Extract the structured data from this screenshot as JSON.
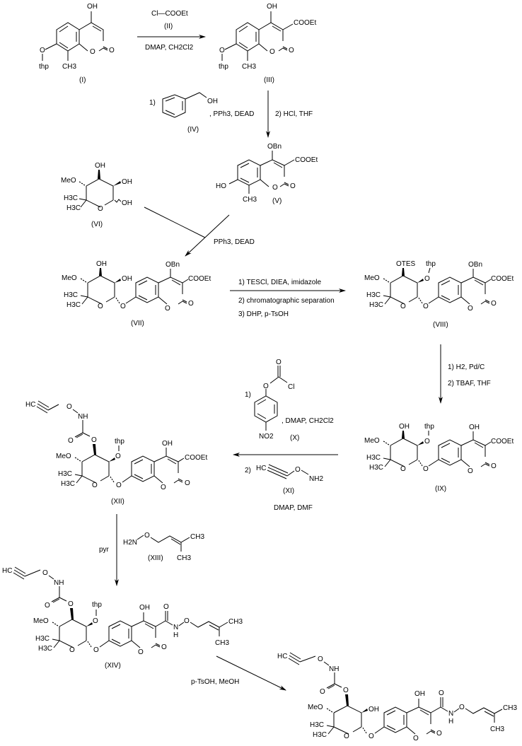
{
  "title": "Synthesis scheme of novobiocin-type coumarin glycoside",
  "compounds": {
    "I": {
      "label": "(I)",
      "substituents": {
        "top": "OH",
        "left_o": "O",
        "thp": "thp",
        "methyl": "CH3",
        "ring_o": "O",
        "carbonyl_o": "O"
      }
    },
    "III": {
      "label": "(III)",
      "substituents": {
        "top": "OH",
        "ester": "COOEt",
        "left_o": "O",
        "thp": "thp",
        "methyl": "CH3",
        "ring_o": "O",
        "carbonyl_o": "O"
      }
    },
    "IV": {
      "label": "(IV)",
      "substituents": {
        "oh": "OH"
      }
    },
    "V": {
      "label": "(V)",
      "substituents": {
        "top": "OBn",
        "ester": "COOEt",
        "ho": "HO",
        "methyl": "CH3",
        "ring_o": "O",
        "carbonyl_o": "O"
      }
    },
    "VI": {
      "label": "(VI)",
      "substituents": {
        "oh1": "OH",
        "oh2": "OH",
        "oh3": "OH",
        "meo": "MeO",
        "me1": "H3C",
        "me2": "H3C",
        "ring_o": "O"
      }
    },
    "VII": {
      "label": "(VII)",
      "substituents": {
        "oh1": "OH",
        "oh2": "OH",
        "meo": "MeO",
        "me1": "H3C",
        "me2": "H3C",
        "ring_o": "O",
        "link_o": "O",
        "top": "OBn",
        "ester": "COOEt",
        "c_ring_o": "O",
        "carbonyl_o": "O"
      }
    },
    "VIII": {
      "label": "(VIII)",
      "substituents": {
        "otes": "OTES",
        "thp": "thp",
        "thp_o": "O",
        "meo": "MeO",
        "me1": "H3C",
        "me2": "H3C",
        "ring_o": "O",
        "link_o": "O",
        "top": "OBn",
        "ester": "COOEt",
        "c_ring_o": "O",
        "carbonyl_o": "O"
      }
    },
    "IX": {
      "label": "(IX)",
      "substituents": {
        "oh": "OH",
        "thp": "thp",
        "thp_o": "O",
        "meo": "MeO",
        "me1": "H3C",
        "me2": "H3C",
        "ring_o": "O",
        "link_o": "O",
        "top": "OH",
        "ester": "COOEt",
        "c_ring_o": "O",
        "carbonyl_o": "O"
      }
    },
    "X": {
      "label": "(X)",
      "substituents": {
        "o_top": "O",
        "o_ester": "O",
        "cl": "Cl",
        "no2": "NO2"
      }
    },
    "XI": {
      "label": "(XI)",
      "substituents": {
        "hc": "HC",
        "o": "O",
        "nh2": "NH2"
      }
    },
    "XII": {
      "label": "(XII)",
      "substituents": {
        "hc": "HC",
        "o1": "O",
        "nh": "NH",
        "co": "O",
        "o2": "O",
        "thp": "thp",
        "thp_o": "O",
        "meo": "MeO",
        "me1": "H3C",
        "me2": "H3C",
        "ring_o": "O",
        "link_o": "O",
        "top": "OH",
        "ester": "COOEt",
        "c_ring_o": "O",
        "carbonyl_o": "O"
      }
    },
    "XIII": {
      "label": "(XIII)",
      "substituents": {
        "h2n": "H2N",
        "o": "O",
        "ch3a": "CH3",
        "ch3b": "CH3"
      }
    },
    "XIV": {
      "label": "(XIV)",
      "substituents": {
        "hc": "HC",
        "o1": "O",
        "nh": "NH",
        "co": "O",
        "o2": "O",
        "thp": "thp",
        "thp_o": "O",
        "meo": "MeO",
        "me1": "H3C",
        "me2": "H3C",
        "ring_o": "O",
        "link_o": "O",
        "top": "OH",
        "amide_o": "O",
        "n": "N",
        "h": "H",
        "o3": "O",
        "ch3a": "CH3",
        "ch3b": "CH3",
        "c_ring_o": "O",
        "carbonyl_o": "O"
      }
    },
    "final": {
      "label": "",
      "substituents": {
        "hc": "HC",
        "o1": "O",
        "nh": "NH",
        "co": "O",
        "o2": "O",
        "oh": "OH",
        "meo": "MeO",
        "me1": "H3C",
        "me2": "H3C",
        "ring_o": "O",
        "link_o": "O",
        "top": "OH",
        "amide_o": "O",
        "n": "N",
        "h": "H",
        "o3": "O",
        "ch3a": "CH3",
        "ch3b": "CH3",
        "c_ring_o": "O",
        "carbonyl_o": "O"
      }
    }
  },
  "reactions": {
    "step1": {
      "reagent": "Cl—COOEt",
      "reagent_label": "(II)",
      "conditions": "DMAP, CH2Cl2"
    },
    "step2": {
      "prefix": "1)",
      "suffix": ", PPh3, DEAD",
      "step2": "2) HCl, THF"
    },
    "step3": {
      "conditions": "PPh3, DEAD"
    },
    "step4": {
      "line1": "1) TESCl, DIEA, imidazole",
      "line2": "2) chromatographic separation",
      "line3": "3) DHP, p-TsOH"
    },
    "step5": {
      "line1": "1) H2, Pd/C",
      "line2": "2) TBAF, THF"
    },
    "step6": {
      "prefix": "1)",
      "suffix": ", DMAP, CH2Cl2",
      "prefix2": "2)",
      "conditions": "DMAP, DMF"
    },
    "step7": {
      "conditions": "pyr"
    },
    "step8": {
      "conditions": "p-TsOH, MeOH"
    }
  }
}
